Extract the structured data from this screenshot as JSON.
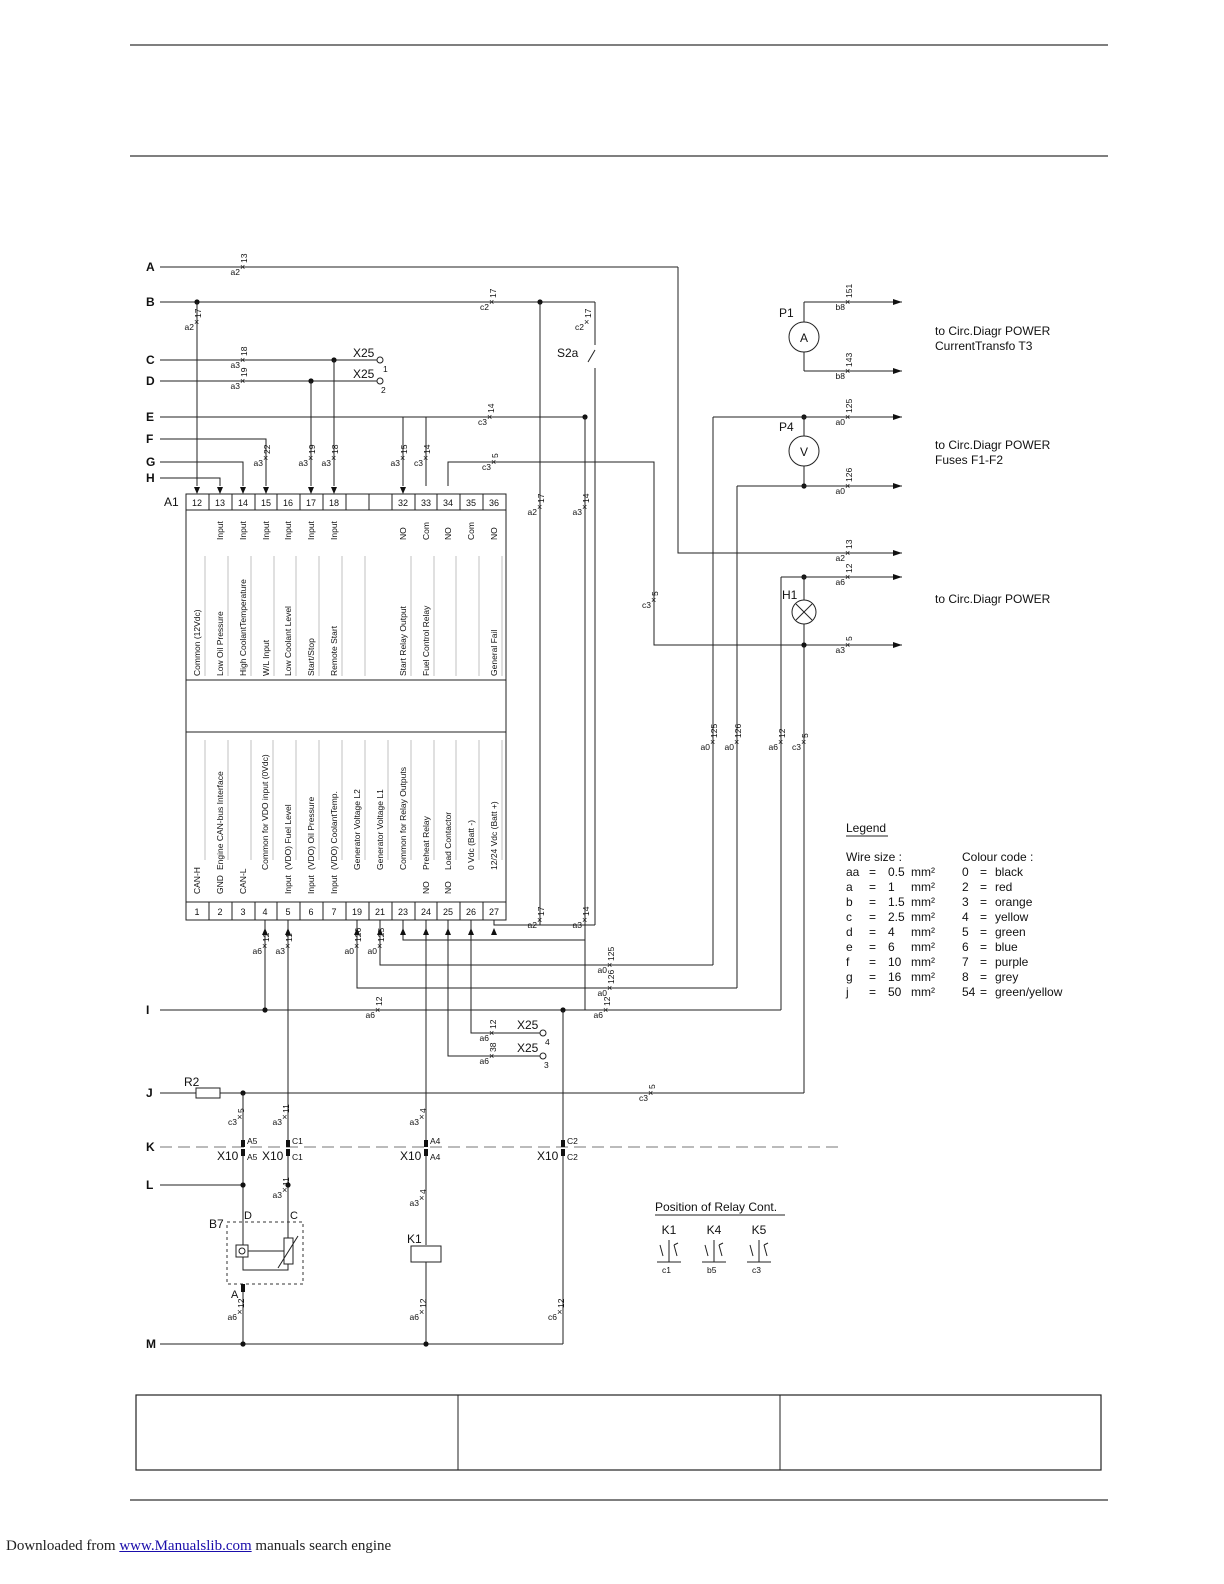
{
  "buses": [
    "A",
    "B",
    "C",
    "D",
    "E",
    "F",
    "G",
    "H",
    "I",
    "J",
    "K",
    "L",
    "M"
  ],
  "module": {
    "name": "A1",
    "top_terminals": [
      "12",
      "13",
      "14",
      "15",
      "16",
      "17",
      "18",
      "",
      "32",
      "33",
      "34",
      "35",
      "36"
    ],
    "top_types": [
      "",
      "Input",
      "Input",
      "Input",
      "Input",
      "Input",
      "Input",
      "",
      "NO",
      "Com",
      "NO",
      "Com",
      "NO"
    ],
    "top_labels": [
      "Common (12Vdc)",
      "Low Oil Pressure",
      "High CoolantTemperature",
      "W/L Input",
      "Low Coolant Level",
      "Start/Stop",
      "Remote Start",
      "",
      "Start Relay Output",
      "Fuel Control Relay",
      "",
      "",
      "General Fail"
    ],
    "bottom_terminals": [
      "1",
      "2",
      "3",
      "4",
      "5",
      "6",
      "7",
      "19",
      "21",
      "23",
      "24",
      "25",
      "26",
      "27"
    ],
    "bottom_types": [
      "CAN-H",
      "GND",
      "CAN-L",
      "",
      "Input",
      "Input",
      "Input",
      "",
      "",
      "",
      "NO",
      "NO",
      "",
      ""
    ],
    "bottom_labels": [
      "",
      "Engine CAN-bus Interface",
      "",
      "Common for VDO input (0Vdc)",
      "(VDO) Fuel Level",
      "(VDO) Oil Pressure",
      "(VDO) CoolantTemp.",
      "Generator Voltage L2",
      "Generator Voltage L1",
      "Common for Relay Outputs",
      "Preheat Relay",
      "Load Contactor",
      "0 Vdc (Batt -)",
      "12/24 Vdc (Batt +)"
    ]
  },
  "components": {
    "p1": "P1",
    "p1_symbol": "A",
    "p4": "P4",
    "p4_symbol": "V",
    "h1": "H1",
    "s2a": "S2a",
    "x25": "X25",
    "x10": "X10",
    "r2": "R2",
    "b7": "B7",
    "k1": "K1"
  },
  "targets": {
    "t1a": "to Circ.Diagr POWER",
    "t1b": "CurrentTransfo T3",
    "t2a": "to Circ.Diagr POWER",
    "t2b": "Fuses F1-F2",
    "t3a": "to Circ.Diagr POWER"
  },
  "wire_marks": [
    {
      "s": "a2",
      "n": "13"
    },
    {
      "s": "a2",
      "n": "17"
    },
    {
      "s": "c2",
      "n": "17"
    },
    {
      "s": "c2",
      "n": "17"
    },
    {
      "s": "a3",
      "n": "18"
    },
    {
      "s": "a3",
      "n": "19"
    },
    {
      "s": "c3",
      "n": "14"
    },
    {
      "s": "a3",
      "n": "22"
    },
    {
      "s": "a3",
      "n": "19"
    },
    {
      "s": "a3",
      "n": "18"
    },
    {
      "s": "a3",
      "n": "15"
    },
    {
      "s": "c3",
      "n": "14"
    },
    {
      "s": "c3",
      "n": "5"
    },
    {
      "s": "a2",
      "n": "17"
    },
    {
      "s": "a3",
      "n": "14"
    },
    {
      "s": "c3",
      "n": "5"
    },
    {
      "s": "b8",
      "n": "151"
    },
    {
      "s": "b8",
      "n": "143"
    },
    {
      "s": "a0",
      "n": "125"
    },
    {
      "s": "a0",
      "n": "126"
    },
    {
      "s": "a2",
      "n": "13"
    },
    {
      "s": "a6",
      "n": "12"
    },
    {
      "s": "a3",
      "n": "5"
    },
    {
      "s": "a0",
      "n": "125"
    },
    {
      "s": "a0",
      "n": "126"
    },
    {
      "s": "a6",
      "n": "12"
    },
    {
      "s": "c3",
      "n": "5"
    },
    {
      "s": "a2",
      "n": "17"
    },
    {
      "s": "a3",
      "n": "14"
    },
    {
      "s": "a6",
      "n": "12"
    },
    {
      "s": "a3",
      "n": "11"
    },
    {
      "s": "a0",
      "n": "126"
    },
    {
      "s": "a0",
      "n": "125"
    },
    {
      "s": "a0",
      "n": "125"
    },
    {
      "s": "a0",
      "n": "126"
    },
    {
      "s": "a6",
      "n": "12"
    },
    {
      "s": "a6",
      "n": "12"
    },
    {
      "s": "a6",
      "n": "12"
    },
    {
      "s": "a6",
      "n": "38"
    },
    {
      "s": "c3",
      "n": "5"
    },
    {
      "s": "c3",
      "n": "5"
    },
    {
      "s": "a3",
      "n": "11"
    },
    {
      "s": "a3",
      "n": "4"
    },
    {
      "s": "a3",
      "n": "11"
    },
    {
      "s": "a3",
      "n": "4"
    },
    {
      "s": "a6",
      "n": "12"
    },
    {
      "s": "a6",
      "n": "12"
    },
    {
      "s": "c6",
      "n": "12"
    }
  ],
  "x25_pins": [
    "1",
    "2",
    "4",
    "3"
  ],
  "x10_pins": [
    "A5",
    "C1",
    "A4",
    "C2"
  ],
  "b7_pins": [
    "D",
    "C",
    "A"
  ],
  "legend": {
    "title": "Legend",
    "wire_title": "Wire size :",
    "colour_title": "Colour code :",
    "wire_sizes": [
      {
        "c": "aa",
        "v": "0.5"
      },
      {
        "c": "a",
        "v": "1"
      },
      {
        "c": "b",
        "v": "1.5"
      },
      {
        "c": "c",
        "v": "2.5"
      },
      {
        "c": "d",
        "v": "4"
      },
      {
        "c": "e",
        "v": "6"
      },
      {
        "c": "f",
        "v": "10"
      },
      {
        "c": "g",
        "v": "16"
      },
      {
        "c": "j",
        "v": "50"
      }
    ],
    "unit": "mm²",
    "colours": [
      {
        "c": "0",
        "v": "black"
      },
      {
        "c": "2",
        "v": "red"
      },
      {
        "c": "3",
        "v": "orange"
      },
      {
        "c": "4",
        "v": "yellow"
      },
      {
        "c": "5",
        "v": "green"
      },
      {
        "c": "6",
        "v": "blue"
      },
      {
        "c": "7",
        "v": "purple"
      },
      {
        "c": "8",
        "v": "grey"
      },
      {
        "c": "54",
        "v": "green/yellow"
      }
    ]
  },
  "relay_positions": {
    "title": "Position of Relay Cont.",
    "relays": [
      {
        "name": "K1",
        "ref": "c1"
      },
      {
        "name": "K4",
        "ref": "b5"
      },
      {
        "name": "K5",
        "ref": "c3"
      }
    ]
  },
  "footer": {
    "prefix": "Downloaded from ",
    "link": "www.Manualslib.com",
    "suffix": " manuals search engine"
  }
}
